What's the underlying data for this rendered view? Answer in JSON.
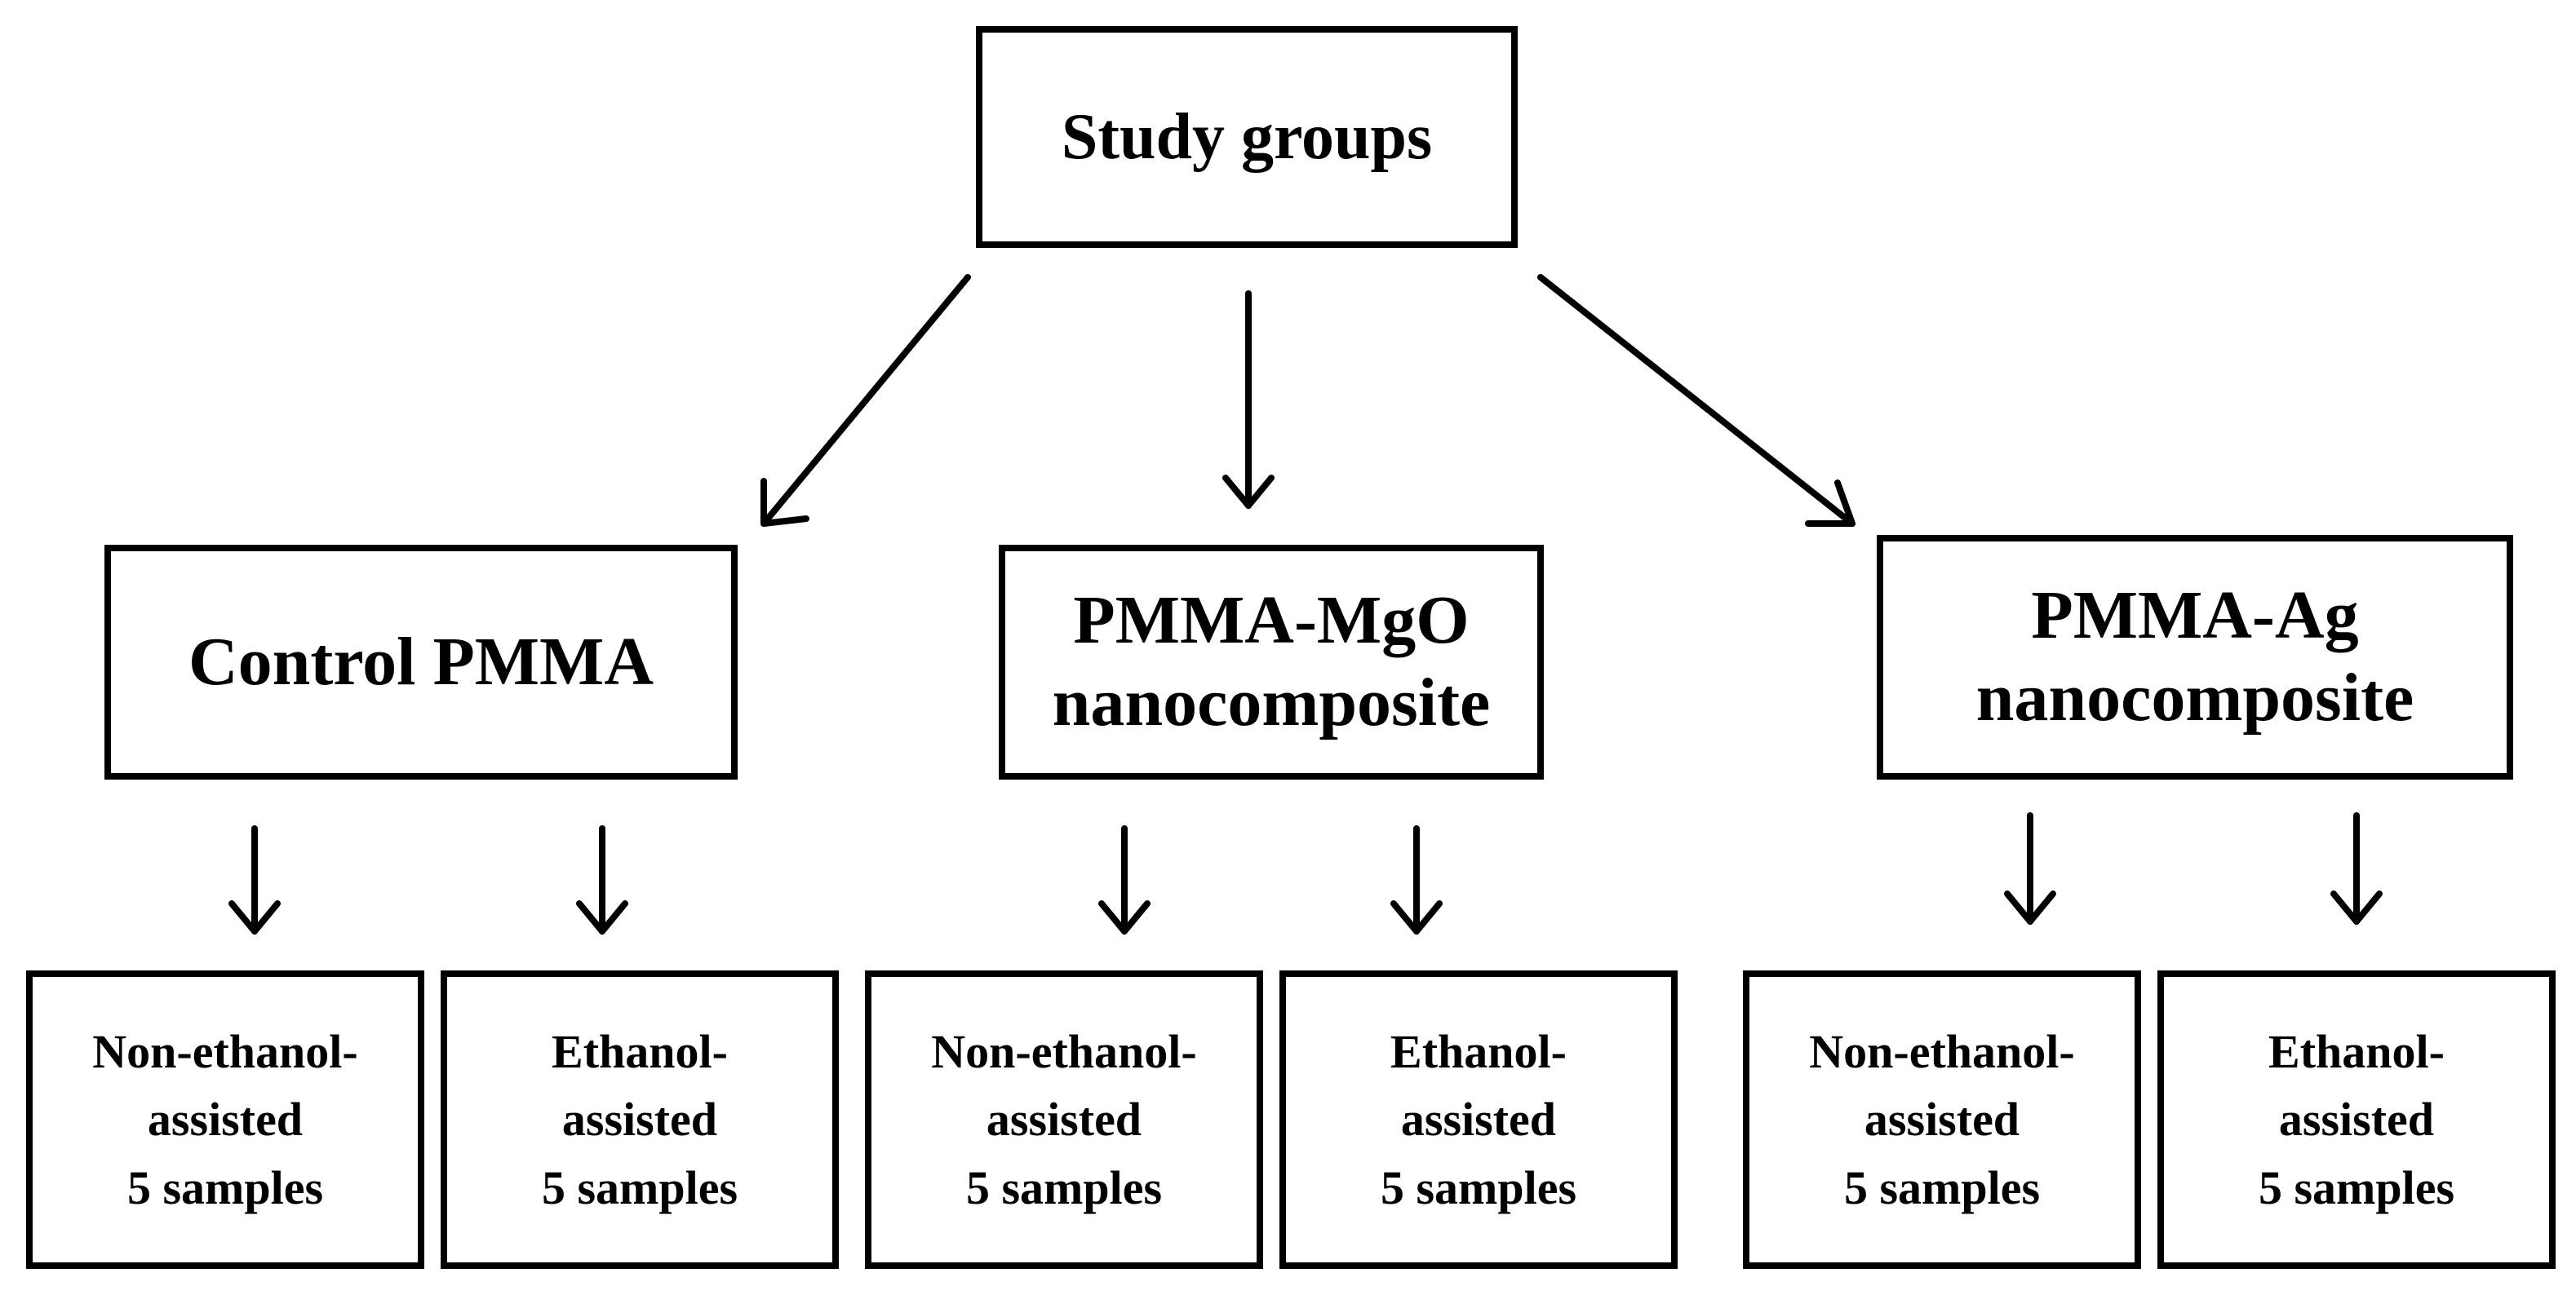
{
  "diagram": {
    "root": {
      "label": "Study groups"
    },
    "groups": [
      {
        "label": "Control  PMMA"
      },
      {
        "label": "PMMA-MgO\nnanocomposite"
      },
      {
        "label": "PMMA-Ag\nnanocomposite"
      }
    ],
    "leaves": [
      {
        "label": "Non-ethanol-\nassisted\n5 samples"
      },
      {
        "label": "Ethanol-\nassisted\n5 samples"
      },
      {
        "label": "Non-ethanol-\nassisted\n5 samples"
      },
      {
        "label": "Ethanol-\nassisted\n5 samples"
      },
      {
        "label": "Non-ethanol-\nassisted\n5 samples"
      },
      {
        "label": "Ethanol-\nassisted\n5 samples"
      }
    ]
  }
}
